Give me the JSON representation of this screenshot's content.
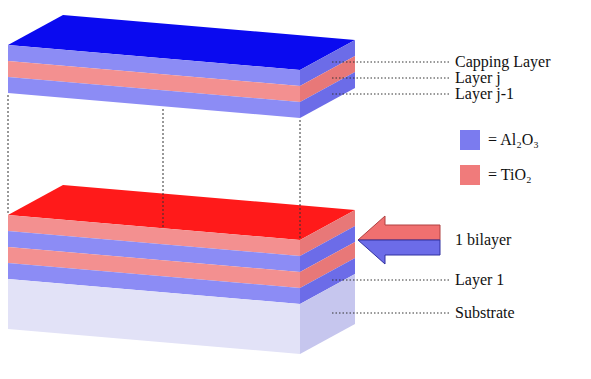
{
  "diagram": {
    "labels": [
      "Capping Layer",
      "Layer j",
      "Layer j-1",
      "1 bilayer",
      "Layer 1",
      "Substrate"
    ],
    "legend": [
      {
        "text": "= Al₂O₃",
        "color": "#7b7bef"
      },
      {
        "text": "= TiO₂",
        "color": "#f07b7b"
      }
    ]
  }
}
